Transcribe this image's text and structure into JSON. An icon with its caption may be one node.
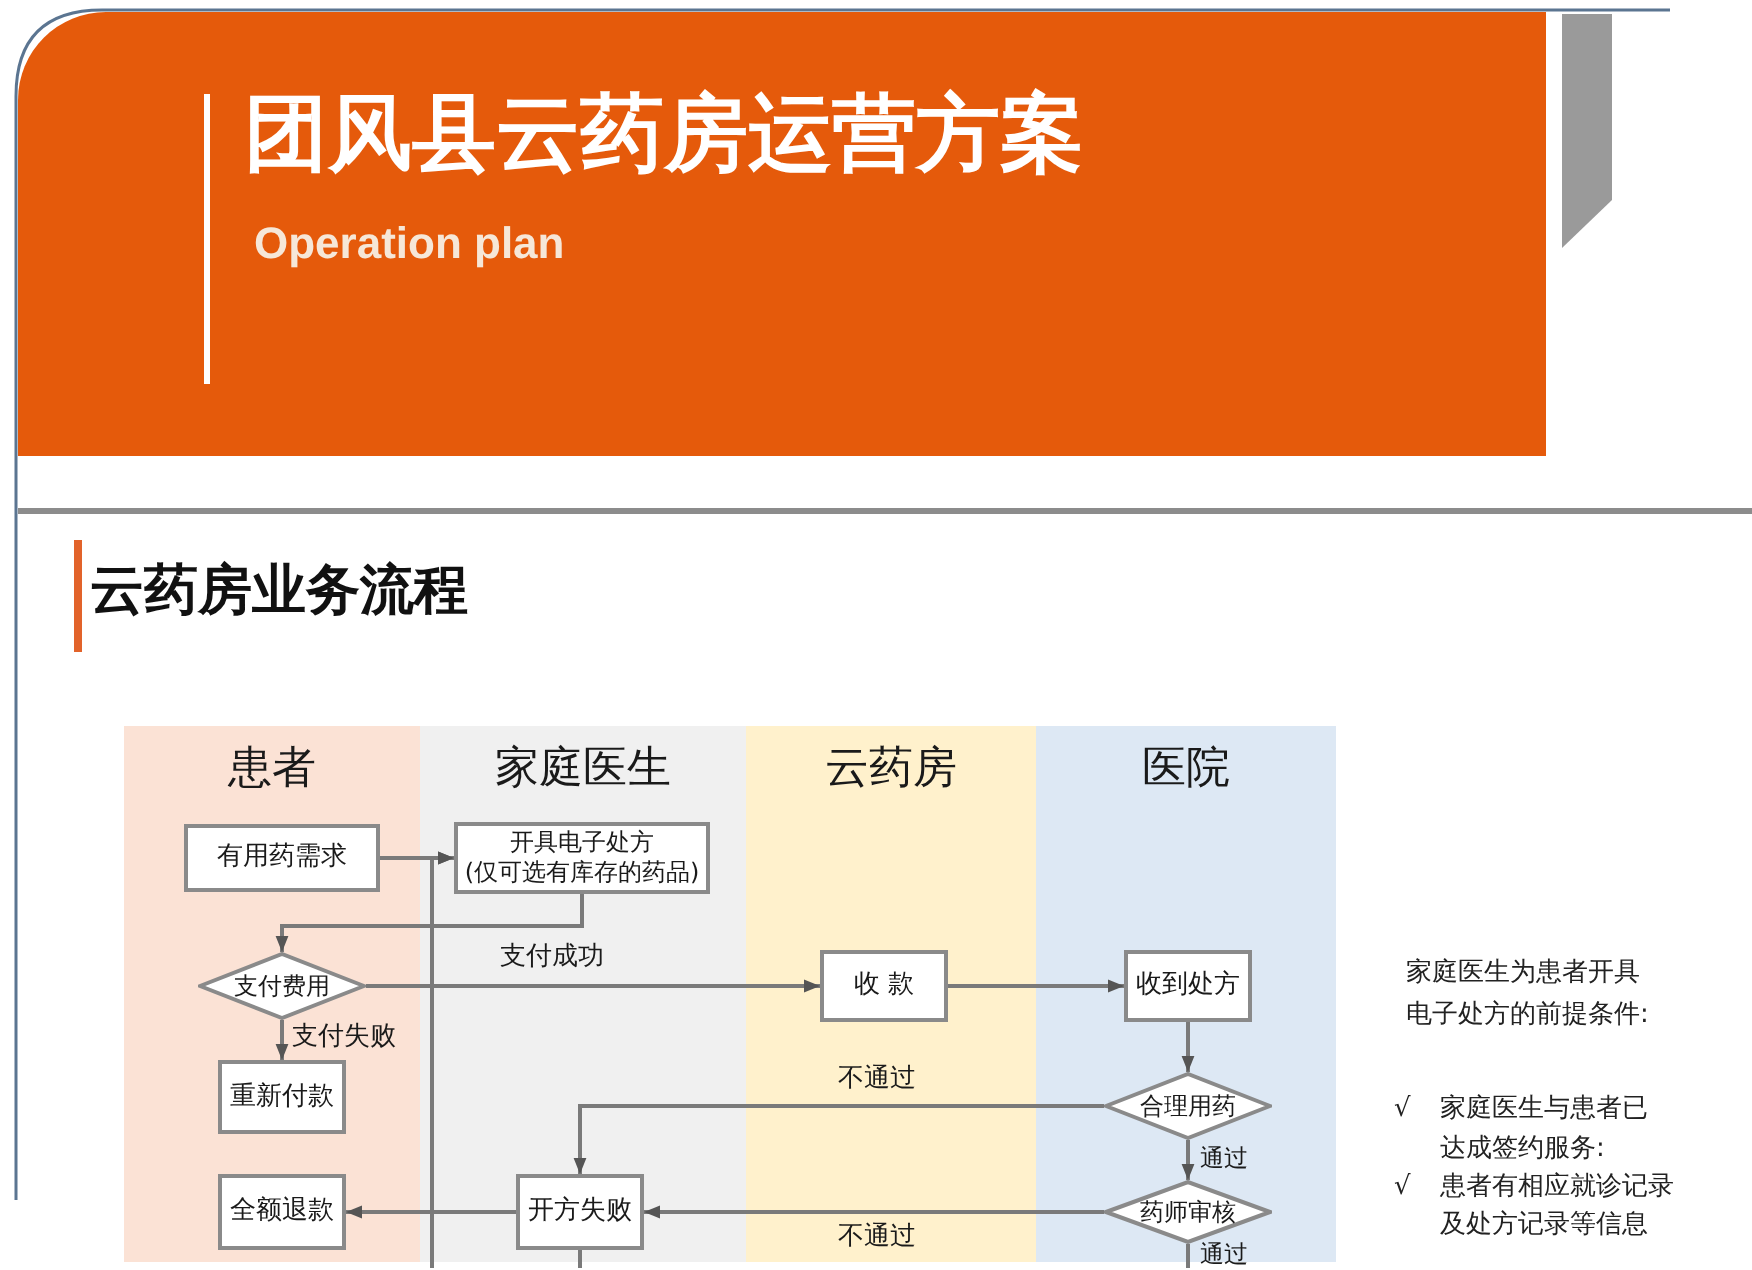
{
  "diagram": {
    "title": "团风县云药房运营方案",
    "nodes": [
      {
        "text": [
          "患者"
        ]
      },
      {
        "text": [
          "家庭医生"
        ]
      },
      {
        "text": [
          "云药房"
        ]
      },
      {
        "text": [
          "医院"
        ]
      },
      {
        "text": [
          "有用药需求"
        ],
        "in": 0
      },
      {
        "text": [
          "开具电子处方 (仅可选有库存的药品)"
        ],
        "in": 1
      },
      {
        "text": [
          "支付费用"
        ],
        "in": 0
      },
      {
        "text": [
          "收 款"
        ],
        "in": 2
      },
      {
        "text": [
          "收到处方"
        ],
        "in": 3
      },
      {
        "text": [
          "重新付款"
        ],
        "in": 0
      },
      {
        "text": [
          "合理用药"
        ],
        "in": 3
      },
      {
        "text": [
          "全额退款"
        ],
        "in": 0
      },
      {
        "text": [
          "开方失败"
        ],
        "in": 1
      },
      {
        "text": [
          "药师审核"
        ],
        "in": 3
      }
    ],
    "edges": [
      {
        "from": 4,
        "to": 5,
        "arrow": "to"
      },
      {
        "from": 5,
        "to": 6,
        "arrow": "to"
      },
      {
        "from": 6,
        "to": 7,
        "arrow": "to",
        "label": "支付成功"
      },
      {
        "from": 6,
        "to": 9,
        "arrow": "to",
        "label": "支付失败"
      },
      {
        "from": 7,
        "to": 8,
        "arrow": "to"
      },
      {
        "from": 8,
        "to": 10,
        "arrow": "to"
      },
      {
        "from": 10,
        "to": 12,
        "arrow": "to",
        "label": "不通过"
      },
      {
        "from": 10,
        "to": 13,
        "arrow": "to",
        "label": "通过"
      },
      {
        "from": 13,
        "to": 12,
        "arrow": "to",
        "label": "不通过"
      },
      {
        "from": 12,
        "to": 11,
        "arrow": "to"
      },
      {
        "from": 13,
        "to": null,
        "arrow": "none",
        "label": "通过"
      },
      {
        "from": 12,
        "to": null,
        "arrow": "none"
      },
      {
        "from": null,
        "to": 5,
        "arrow": "to"
      }
    ],
    "labels": [
      "Operation plan",
      "云药房业务流程",
      "家庭医生为患者开具电子处方的前提条件:",
      "√",
      "家庭医生与患者已达成签约服务:",
      "√",
      "患者有相应就诊记录及处方记录等信息"
    ]
  }
}
